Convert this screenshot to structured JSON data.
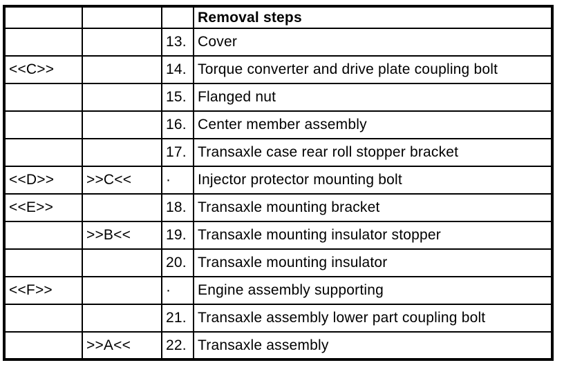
{
  "document": {
    "colors": {
      "border": "#000000",
      "text": "#000000",
      "background": "#ffffff"
    },
    "table": {
      "header": {
        "marker1": "",
        "marker2": "",
        "step": "",
        "title": "Removal steps"
      },
      "rows": [
        {
          "marker1": "",
          "marker2": "",
          "step": "13.",
          "description": "Cover"
        },
        {
          "marker1": "<<C>>",
          "marker2": "",
          "step": "14.",
          "description": "Torque converter and drive plate coupling bolt"
        },
        {
          "marker1": "",
          "marker2": "",
          "step": "15.",
          "description": "Flanged nut"
        },
        {
          "marker1": "",
          "marker2": "",
          "step": "16.",
          "description": "Center member assembly"
        },
        {
          "marker1": "",
          "marker2": "",
          "step": "17.",
          "description": "Transaxle case rear roll stopper bracket"
        },
        {
          "marker1": "<<D>>",
          "marker2": ">>C<<",
          "step": "·",
          "description": "Injector protector mounting bolt"
        },
        {
          "marker1": "<<E>>",
          "marker2": "",
          "step": "18.",
          "description": "Transaxle mounting bracket"
        },
        {
          "marker1": "",
          "marker2": ">>B<<",
          "step": "19.",
          "description": "Transaxle mounting insulator stopper"
        },
        {
          "marker1": "",
          "marker2": "",
          "step": "20.",
          "description": "Transaxle mounting insulator"
        },
        {
          "marker1": "<<F>>",
          "marker2": "",
          "step": "·",
          "description": "Engine assembly supporting"
        },
        {
          "marker1": "",
          "marker2": "",
          "step": "21.",
          "description": "Transaxle assembly lower part coupling bolt"
        },
        {
          "marker1": "",
          "marker2": ">>A<<",
          "step": "22.",
          "description": "Transaxle assembly"
        }
      ]
    }
  }
}
